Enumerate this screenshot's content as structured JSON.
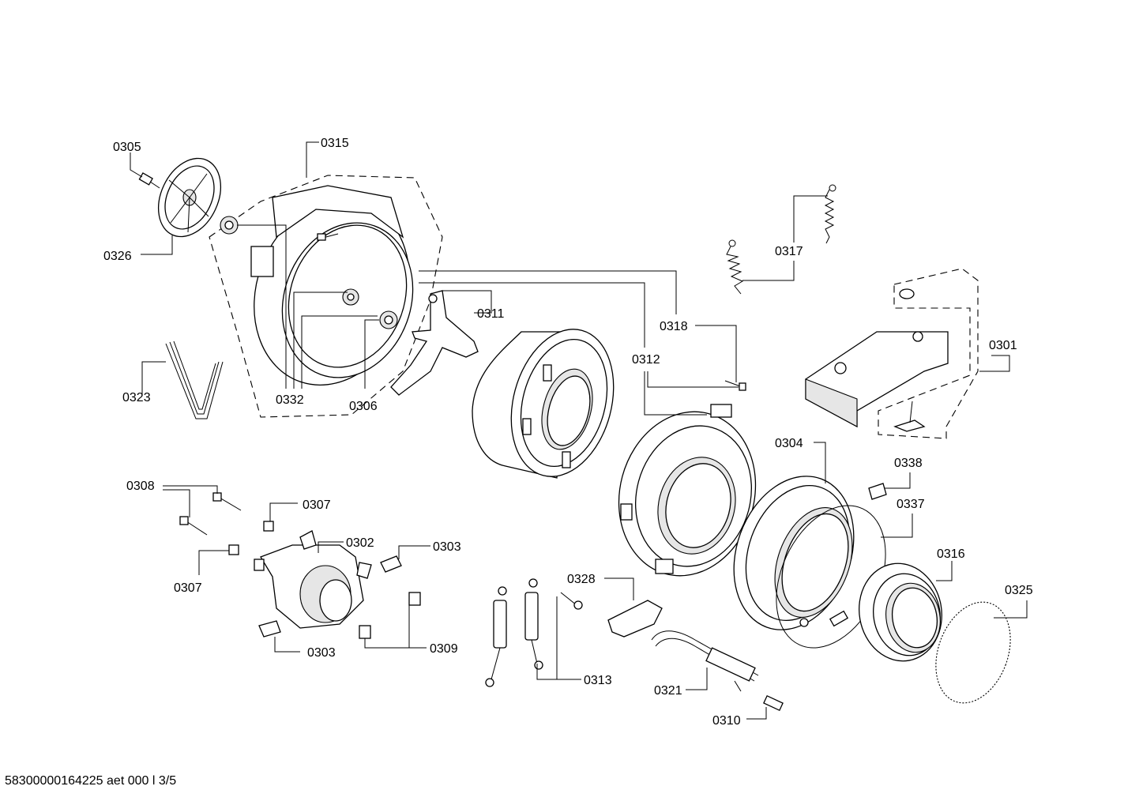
{
  "footer": {
    "document_code": "58300000164225 aet 000 l 3/5"
  },
  "callouts": {
    "c0301": "0301",
    "c0302": "0302",
    "c0303a": "0303",
    "c0303b": "0303",
    "c0304": "0304",
    "c0305": "0305",
    "c0306": "0306",
    "c0307a": "0307",
    "c0307b": "0307",
    "c0308": "0308",
    "c0309": "0309",
    "c0310": "0310",
    "c0311": "0311",
    "c0312": "0312",
    "c0313": "0313",
    "c0315": "0315",
    "c0316": "0316",
    "c0317": "0317",
    "c0318": "0318",
    "c0321": "0321",
    "c0323": "0323",
    "c0325": "0325",
    "c0326": "0326",
    "c0328": "0328",
    "c0332": "0332",
    "c0337": "0337",
    "c0338": "0338"
  }
}
